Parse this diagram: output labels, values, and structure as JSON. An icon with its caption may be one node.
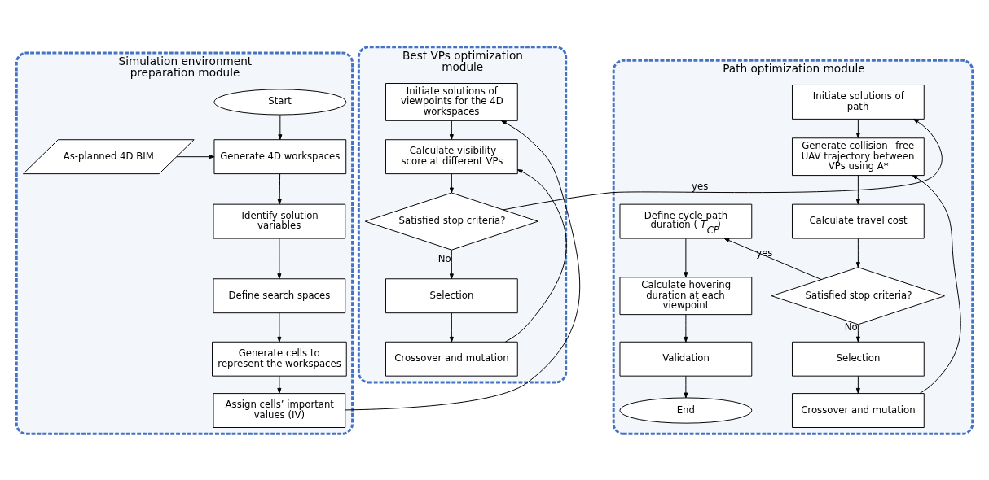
{
  "diagram": {
    "nodes": [
      {
        "text": [
          "Simulation environment preparation module"
        ]
      },
      {
        "text": [
          "Start"
        ],
        "in": 0
      },
      {
        "text": [
          "As-planned 4D BIM"
        ],
        "in": 0
      },
      {
        "text": [
          "Generate 4D workspaces"
        ],
        "in": 0
      },
      {
        "text": [
          "Identify solution variables"
        ],
        "in": 0
      },
      {
        "text": [
          "Define search spaces"
        ],
        "in": 0
      },
      {
        "text": [
          "Generate cells to represent the workspaces"
        ],
        "in": 0
      },
      {
        "text": [
          "Assign cells’ important values (IV)"
        ],
        "in": 0
      },
      {
        "text": [
          "Best VPs optimization module"
        ]
      },
      {
        "text": [
          "Initiate solutions of viewpoints for the 4D workspaces"
        ],
        "in": 8
      },
      {
        "text": [
          "Calculate visibility score at different VPs"
        ],
        "in": 8
      },
      {
        "text": [
          "Satisfied stop criteria?"
        ],
        "in": 8
      },
      {
        "text": [
          "Selection"
        ],
        "in": 8
      },
      {
        "text": [
          "Crossover and mutation"
        ],
        "in": 8
      },
      {
        "text": [
          "Path optimization module"
        ]
      },
      {
        "text": [
          "Initiate solutions of path"
        ],
        "in": 14
      },
      {
        "text": [
          "Generate collision– free UAV trajectory between VPs using A*"
        ],
        "in": 14
      },
      {
        "text": [
          "Calculate travel cost"
        ],
        "in": 14
      },
      {
        "text": [
          "Satisfied stop criteria?"
        ],
        "in": 14
      },
      {
        "text": [
          "Selection"
        ],
        "in": 14
      },
      {
        "text": [
          "Crossover and mutation"
        ],
        "in": 14
      },
      {
        "text": [
          "Define cycle path duration ( *T*$_{CP}$)"
        ],
        "in": 14
      },
      {
        "text": [
          "Calculate hovering duration at each viewpoint"
        ],
        "in": 14
      },
      {
        "text": [
          "Validation"
        ],
        "in": 14
      },
      {
        "text": [
          "End"
        ],
        "in": 14
      }
    ],
    "edges": [
      {
        "from": 1,
        "to": 3,
        "arrow": "to"
      },
      {
        "from": 2,
        "to": 3,
        "arrow": "to"
      },
      {
        "from": 3,
        "to": 4,
        "arrow": "to"
      },
      {
        "from": 4,
        "to": 5,
        "arrow": "to"
      },
      {
        "from": 5,
        "to": 6,
        "arrow": "to"
      },
      {
        "from": 6,
        "to": 7,
        "arrow": "to"
      },
      {
        "from": 7,
        "to": 9,
        "arrow": "to"
      },
      {
        "from": 9,
        "to": 10,
        "arrow": "to"
      },
      {
        "from": 10,
        "to": 11,
        "arrow": "to"
      },
      {
        "from": 11,
        "to": 15,
        "arrow": "to",
        "label": "yes"
      },
      {
        "from": 11,
        "to": 12,
        "arrow": "to",
        "label": "No"
      },
      {
        "from": 12,
        "to": 13,
        "arrow": "to"
      },
      {
        "from": 13,
        "to": 10,
        "arrow": "to"
      },
      {
        "from": 15,
        "to": 16,
        "arrow": "to"
      },
      {
        "from": 16,
        "to": 17,
        "arrow": "to"
      },
      {
        "from": 17,
        "to": 18,
        "arrow": "to"
      },
      {
        "from": 18,
        "to": 21,
        "arrow": "to",
        "label": "yes"
      },
      {
        "from": 18,
        "to": 19,
        "arrow": "to",
        "label": "No"
      },
      {
        "from": 19,
        "to": 20,
        "arrow": "to"
      },
      {
        "from": 20,
        "to": 16,
        "arrow": "to"
      },
      {
        "from": 21,
        "to": 22,
        "arrow": "to"
      },
      {
        "from": 22,
        "to": 23,
        "arrow": "to"
      },
      {
        "from": 23,
        "to": 24,
        "arrow": "to"
      }
    ]
  }
}
